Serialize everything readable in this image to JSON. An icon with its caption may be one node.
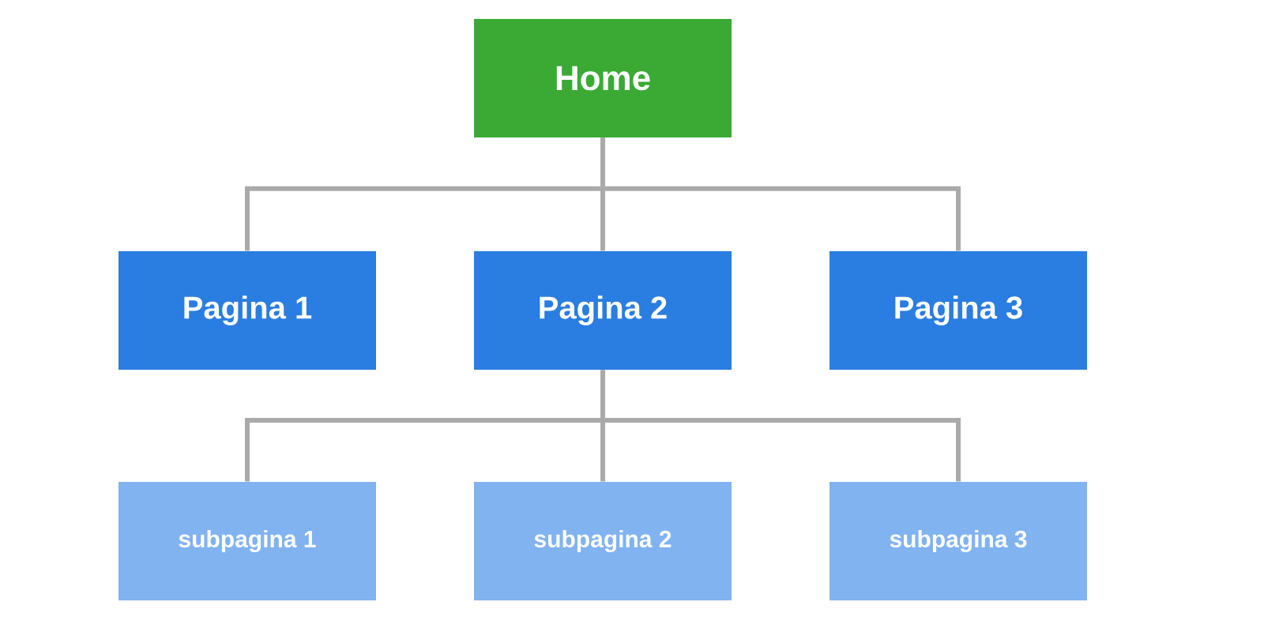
{
  "diagram": {
    "nodes": [
      {
        "text": [
          "Home"
        ]
      },
      {
        "text": [
          "Pagina 1"
        ]
      },
      {
        "text": [
          "Pagina 2"
        ]
      },
      {
        "text": [
          "Pagina 3"
        ]
      },
      {
        "text": [
          "subpagina 1"
        ]
      },
      {
        "text": [
          "subpagina 2"
        ]
      },
      {
        "text": [
          "subpagina 3"
        ]
      }
    ],
    "edges": [
      {
        "from": 0,
        "to": 1,
        "arrow": "none"
      },
      {
        "from": 0,
        "to": 2,
        "arrow": "none"
      },
      {
        "from": 0,
        "to": 3,
        "arrow": "none"
      },
      {
        "from": 2,
        "to": 4,
        "arrow": "none"
      },
      {
        "from": 2,
        "to": 5,
        "arrow": "none"
      },
      {
        "from": 2,
        "to": 6,
        "arrow": "none"
      }
    ]
  }
}
